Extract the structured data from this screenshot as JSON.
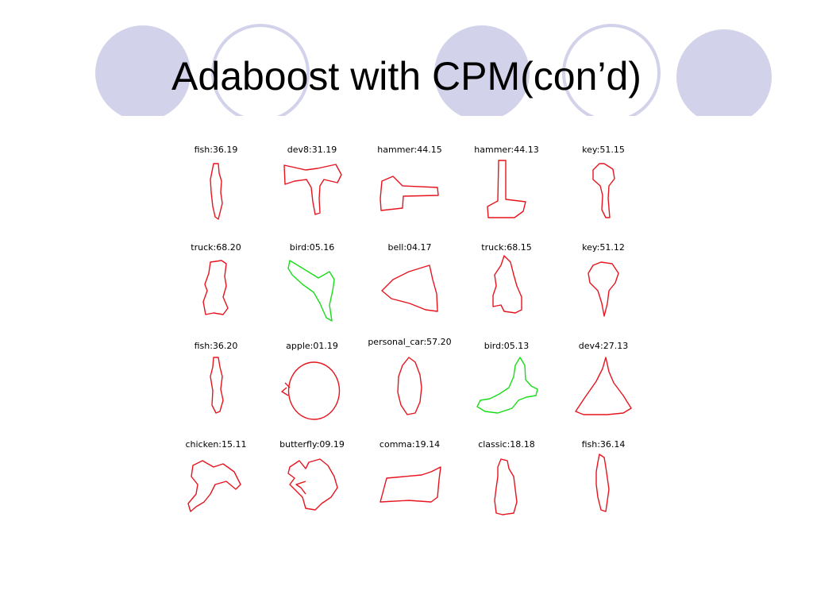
{
  "slide": {
    "title": "Adaboost with CPM(con’d)"
  },
  "colors": {
    "circle_fill": "#d2d2ea",
    "circle_outline": "#d2d2ea",
    "shape_red": "#e6141e",
    "shape_green": "#16dd16"
  },
  "grid": {
    "rows": [
      [
        {
          "label": "fish:36.19",
          "color": "red"
        },
        {
          "label": "dev8:31.19",
          "color": "red"
        },
        {
          "label": "hammer:44.15",
          "color": "red"
        },
        {
          "label": "hammer:44.13",
          "color": "red"
        },
        {
          "label": "key:51.15",
          "color": "red"
        }
      ],
      [
        {
          "label": "truck:68.20",
          "color": "red"
        },
        {
          "label": "bird:05.16",
          "color": "green"
        },
        {
          "label": "bell:04.17",
          "color": "red"
        },
        {
          "label": "truck:68.15",
          "color": "red"
        },
        {
          "label": "key:51.12",
          "color": "red"
        }
      ],
      [
        {
          "label": "fish:36.20",
          "color": "red"
        },
        {
          "label": "apple:01.19",
          "color": "red"
        },
        {
          "label": "personal_car:57.20",
          "color": "red"
        },
        {
          "label": "bird:05.13",
          "color": "green"
        },
        {
          "label": "dev4:27.13",
          "color": "red"
        }
      ],
      [
        {
          "label": "chicken:15.11",
          "color": "red"
        },
        {
          "label": "butterfly:09.19",
          "color": "red"
        },
        {
          "label": "comma:19.14",
          "color": "red"
        },
        {
          "label": "classic:18.18",
          "color": "red"
        },
        {
          "label": "fish:36.14",
          "color": "red"
        }
      ]
    ]
  }
}
